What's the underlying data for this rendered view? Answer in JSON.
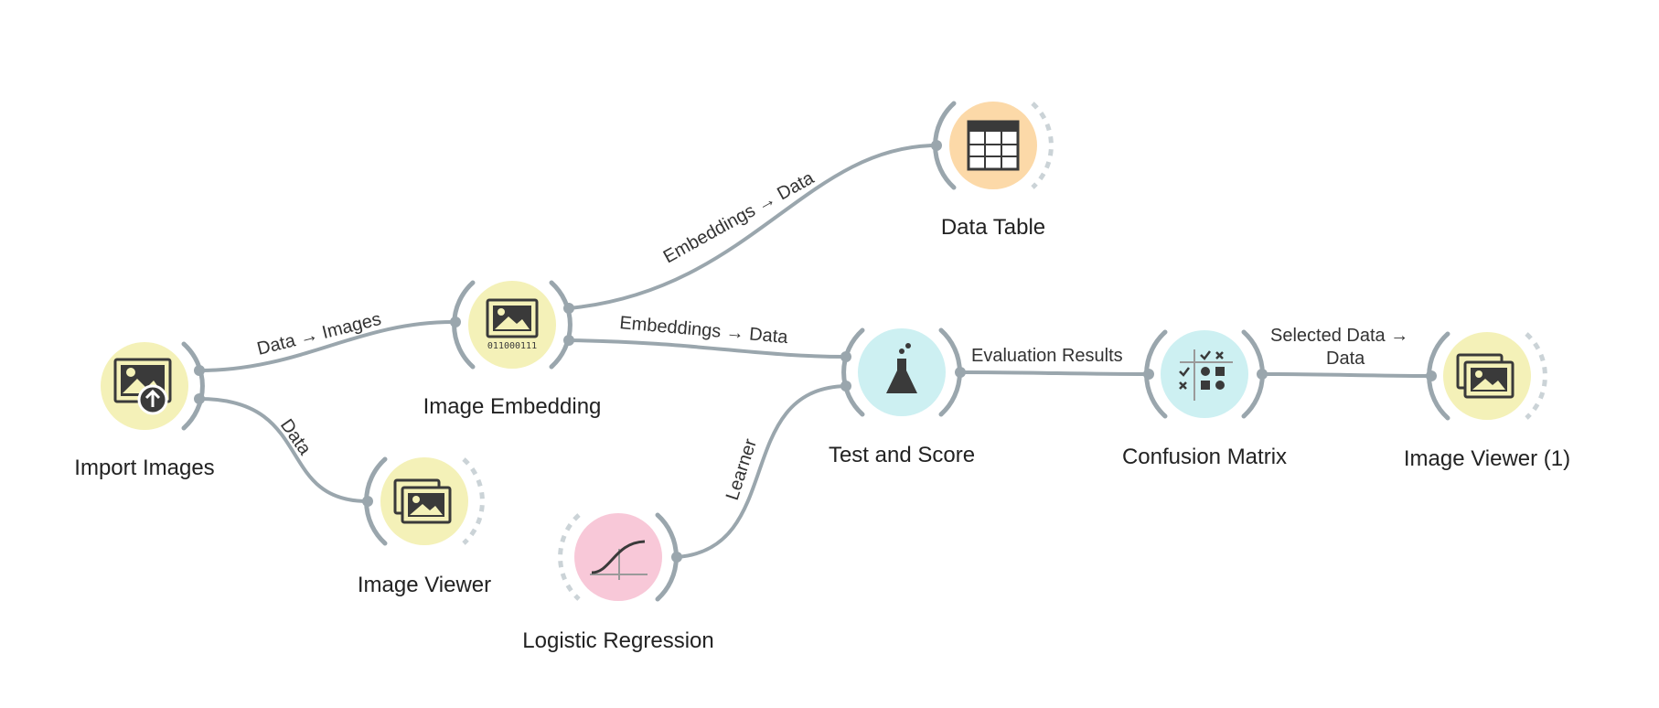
{
  "widgets": {
    "import_images": {
      "label": "Import Images",
      "color": "#f4f1b8",
      "icon": "image-upload-icon"
    },
    "image_viewer": {
      "label": "Image Viewer",
      "color": "#f4f1b8",
      "icon": "image-stack-icon"
    },
    "image_embedding": {
      "label": "Image Embedding",
      "color": "#f4f1b8",
      "icon": "image-binary-icon",
      "icon_text": "011000111"
    },
    "data_table": {
      "label": "Data Table",
      "color": "#fcd9a8",
      "icon": "table-icon"
    },
    "logistic_regression": {
      "label": "Logistic Regression",
      "color": "#f8c8d8",
      "icon": "sigmoid-curve-icon"
    },
    "test_and_score": {
      "label": "Test and Score",
      "color": "#cdf0f2",
      "icon": "flask-icon"
    },
    "confusion_matrix": {
      "label": "Confusion Matrix",
      "color": "#cdf0f2",
      "icon": "matrix-icon"
    },
    "image_viewer_1": {
      "label": "Image Viewer (1)",
      "color": "#f4f1b8",
      "icon": "image-stack-icon"
    }
  },
  "links": {
    "import_to_embedding": "Data → Images",
    "import_to_viewer": "Data",
    "embedding_to_table": "Embeddings → Data",
    "embedding_to_score": "Embeddings → Data",
    "regression_to_score": "Learner",
    "score_to_matrix": "Evaluation Results",
    "matrix_to_viewer_line1": "Selected Data →",
    "matrix_to_viewer_line2": "Data"
  },
  "colors": {
    "link": "#9aa6ad",
    "icon_dark": "#3a3a3a"
  }
}
